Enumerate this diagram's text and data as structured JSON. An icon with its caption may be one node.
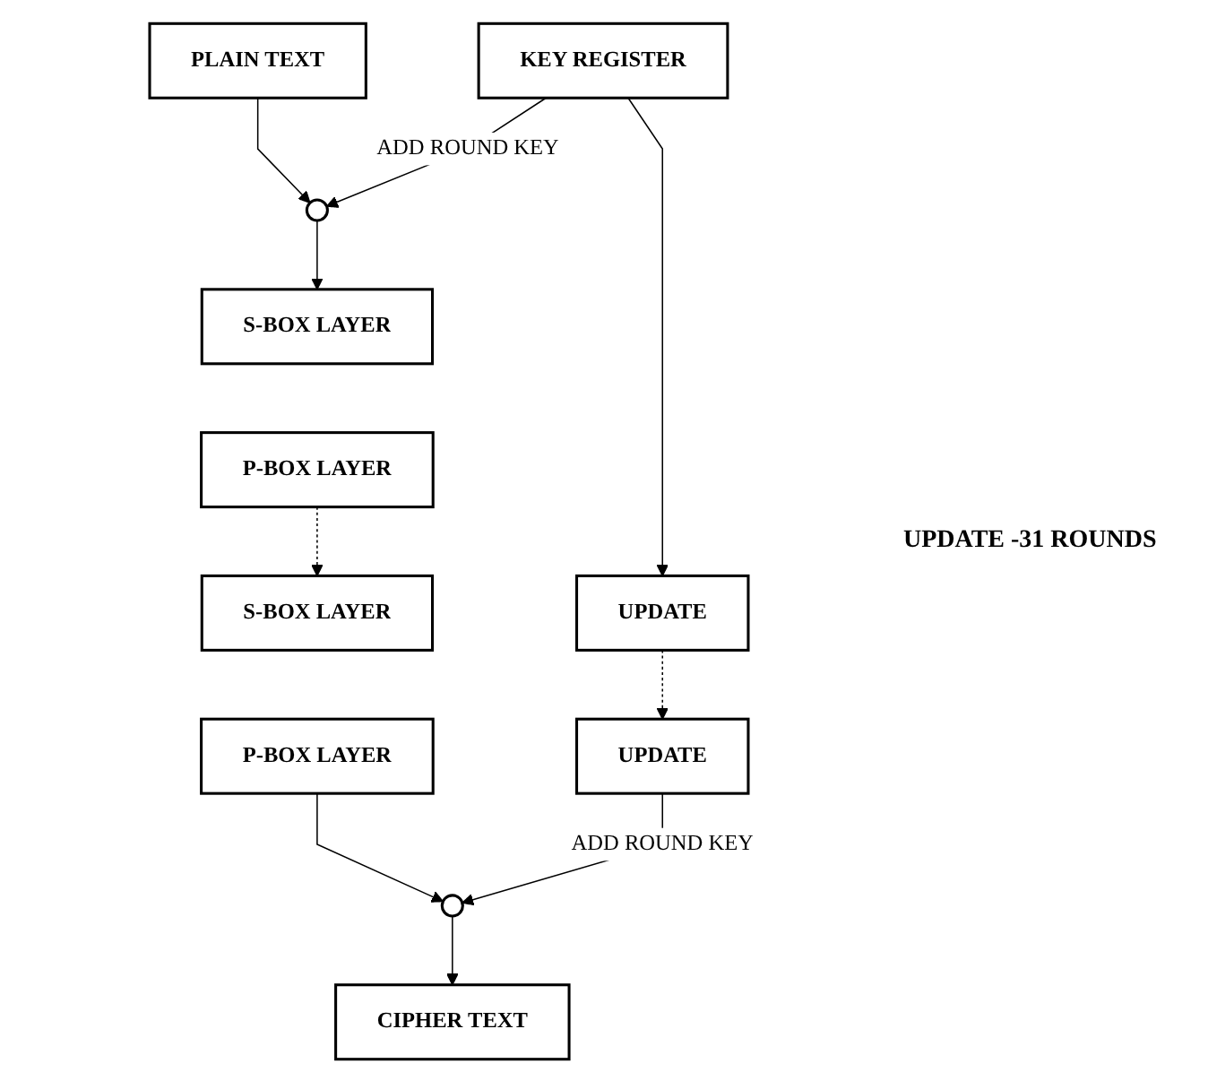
{
  "diagram": {
    "nodes": [
      {
        "text": [
          "PLAIN TEXT"
        ]
      },
      {
        "text": [
          "KEY REGISTER"
        ]
      },
      {
        "text": [],
        "shape": "circle"
      },
      {
        "text": [
          "S-BOX LAYER"
        ]
      },
      {
        "text": [
          "P-BOX LAYER"
        ]
      },
      {
        "text": [
          "UPDATE"
        ]
      },
      {
        "text": [
          "UPDATE"
        ]
      },
      {
        "text": [
          "S-BOX LAYER"
        ]
      },
      {
        "text": [
          "P-BOX LAYER"
        ]
      },
      {
        "text": [],
        "shape": "circle"
      },
      {
        "text": [
          "CIPHER TEXT"
        ]
      }
    ],
    "edges": [
      {
        "from": 0,
        "to": 2,
        "arrow": "to"
      },
      {
        "from": 1,
        "to": 2,
        "arrow": "to",
        "label": "ADD ROUND KEY"
      },
      {
        "from": 1,
        "to": 5,
        "arrow": "to"
      },
      {
        "from": 2,
        "to": 3,
        "arrow": "to"
      },
      {
        "from": 4,
        "to": 7,
        "arrow": "to",
        "style": "dashed"
      },
      {
        "from": 5,
        "to": 6,
        "arrow": "to",
        "style": "dashed"
      },
      {
        "from": 8,
        "to": 9,
        "arrow": "to"
      },
      {
        "from": 6,
        "to": 9,
        "arrow": "to",
        "label": "ADD ROUND KEY"
      },
      {
        "from": 9,
        "to": 10,
        "arrow": "to"
      }
    ],
    "labels": [
      "UPDATE -31 ROUNDS"
    ]
  }
}
